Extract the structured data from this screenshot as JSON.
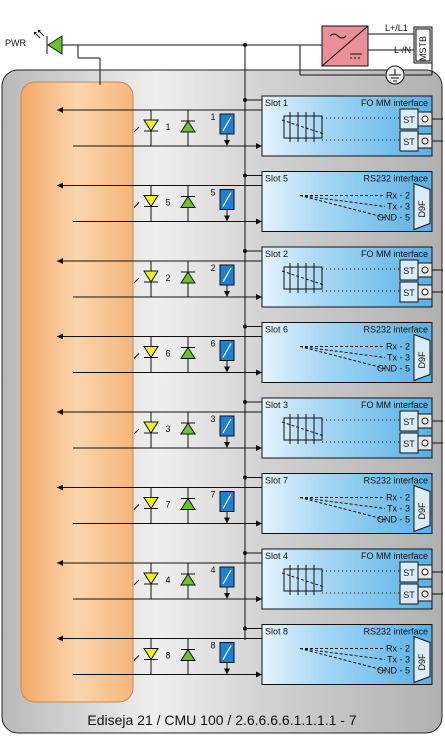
{
  "pwr_label": "PWR",
  "power": {
    "l1_label": "L+/L1",
    "n_label": "L-/N",
    "terminal_label": "MSTB"
  },
  "slots": [
    {
      "slot_label": "Slot 1",
      "type": "fo",
      "title": "FO MM interface",
      "channel": "1"
    },
    {
      "slot_label": "Slot 5",
      "type": "rs",
      "title": "RS232 interface",
      "channel": "5"
    },
    {
      "slot_label": "Slot 2",
      "type": "fo",
      "title": "FO MM interface",
      "channel": "2"
    },
    {
      "slot_label": "Slot 6",
      "type": "rs",
      "title": "RS232 interface",
      "channel": "6"
    },
    {
      "slot_label": "Slot 3",
      "type": "fo",
      "title": "FO MM interface",
      "channel": "3"
    },
    {
      "slot_label": "Slot 7",
      "type": "rs",
      "title": "RS232 interface",
      "channel": "7"
    },
    {
      "slot_label": "Slot 4",
      "type": "fo",
      "title": "FO MM interface",
      "channel": "4"
    },
    {
      "slot_label": "Slot 8",
      "type": "rs",
      "title": "RS232 interface",
      "channel": "8"
    }
  ],
  "fo_connector_label": "ST",
  "rs_pins": [
    "Rx - 2",
    "Tx - 3",
    "GND - 5"
  ],
  "rs_connector_label": "D9F",
  "footer": "Ediseja 21 / CMU 100 / 2.6.6.6.6.1.1.1.1 - 7",
  "colors": {
    "case": "#c8c8c8",
    "bus": "#f4b27a",
    "module": "#7fc3ec",
    "relay": "#1f7fd0",
    "led_yellow": "#f4ee2a",
    "led_green": "#6cc12e",
    "psu": "#e88f98"
  }
}
